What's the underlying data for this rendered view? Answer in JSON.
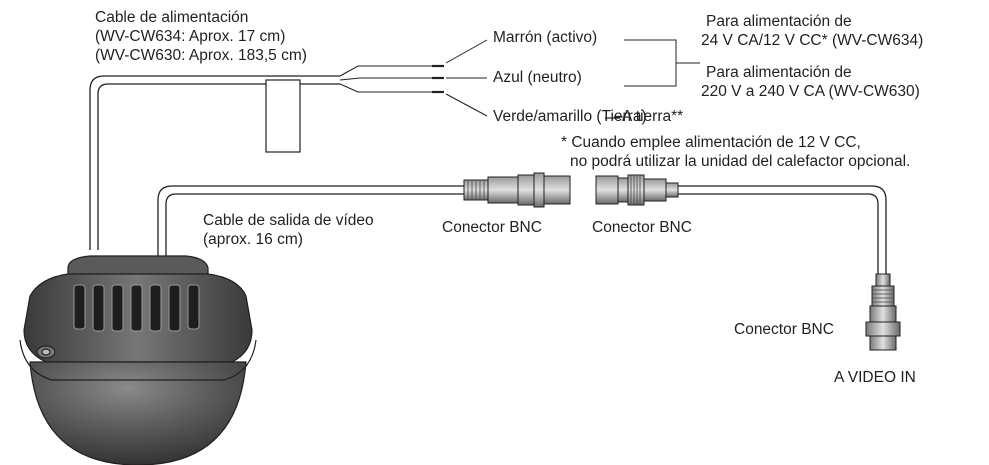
{
  "labels": {
    "power_cable_title": "Cable de alimentación",
    "power_cable_cw634": "(WV-CW634: Aprox. 17 cm)",
    "power_cable_cw630": "(WV-CW630: Aprox. 183,5 cm)",
    "wire_brown": "Marrón (activo)",
    "wire_blue": "Azul (neutro)",
    "wire_green_yellow": "Verde/amarillo (Tierra)",
    "ground": "A tierra**",
    "supply_cw634_line1": "Para alimentación de",
    "supply_cw634_line2": "24 V CA/12 V CC* (WV-CW634)",
    "supply_cw630_line1": "Para alimentación de",
    "supply_cw630_line2": "220 V a 240 V CA (WV-CW630)",
    "note_line1": "* Cuando emplee alimentación de 12 V CC,",
    "note_line2": "no podrá utilizar la unidad del calefactor opcional.",
    "video_cable_line1": "Cable de salida de vídeo",
    "video_cable_line2": "(aprox. 16 cm)",
    "bnc_left": "Conector BNC",
    "bnc_mid": "Conector BNC",
    "bnc_right": "Conector BNC",
    "video_in": "A VIDEO IN"
  },
  "colors": {
    "line": "#231f20",
    "camera_body": "#4a4a4a",
    "camera_dark": "#2b2b2b",
    "dome": "#555555",
    "connector": "#6e6e6e"
  }
}
